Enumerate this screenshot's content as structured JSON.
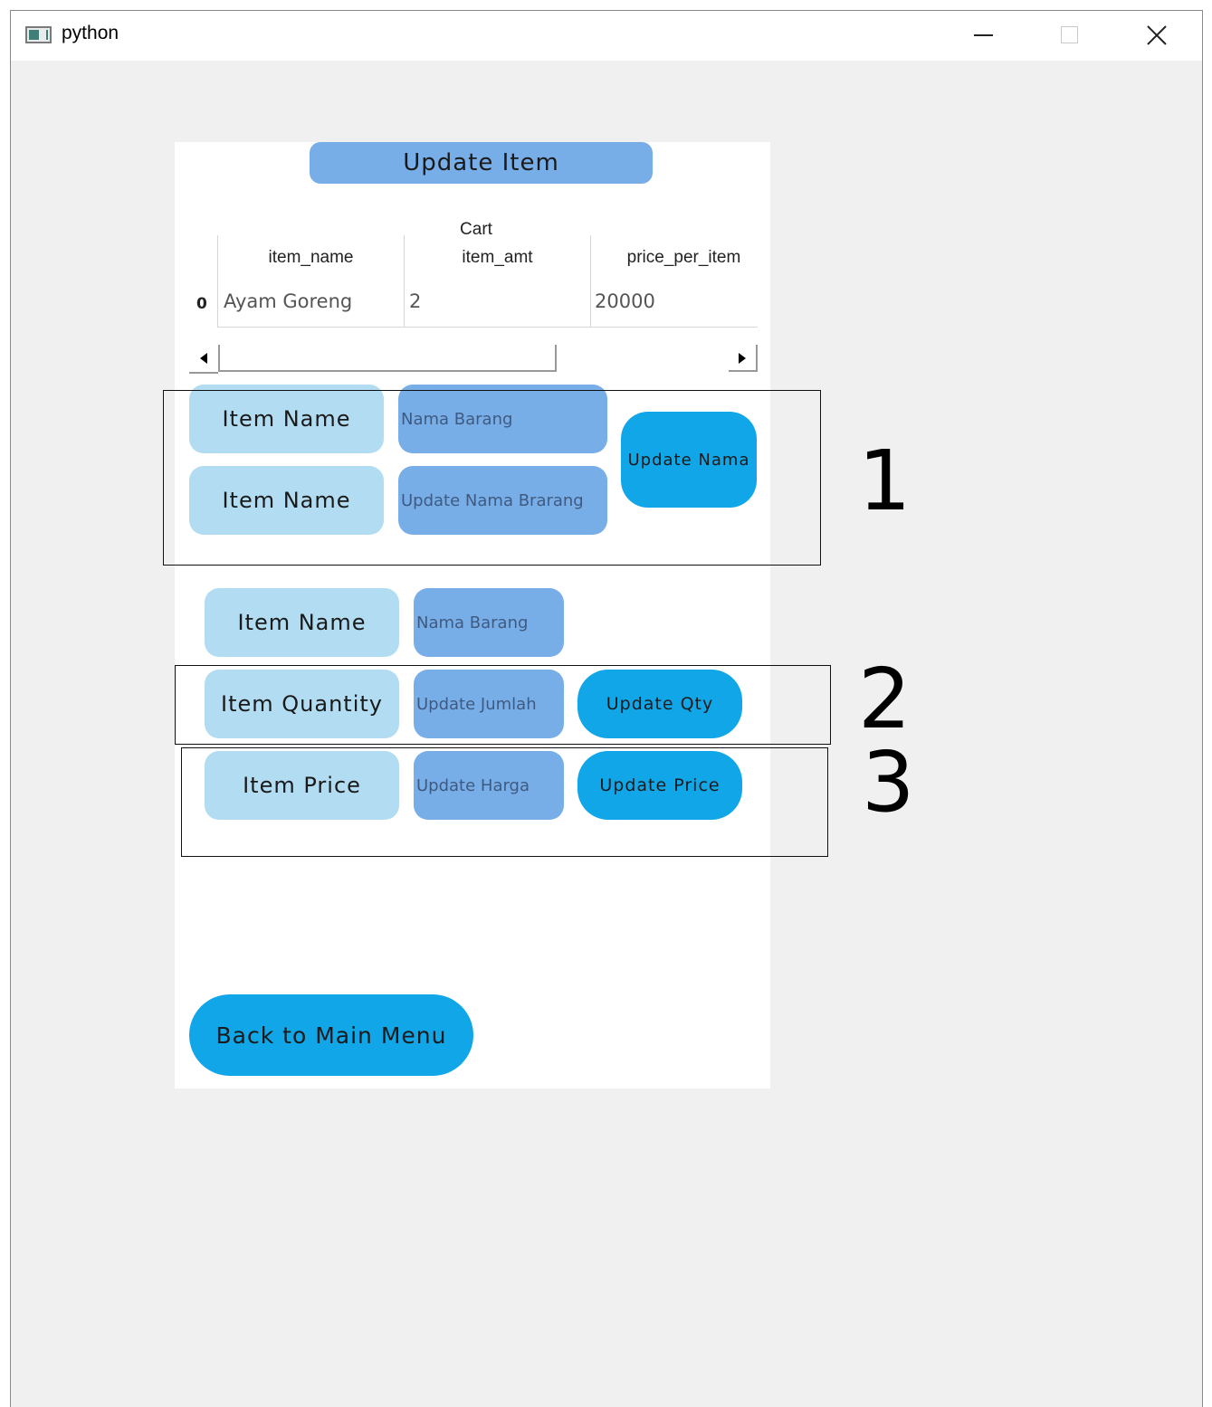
{
  "window": {
    "title": "python"
  },
  "page": {
    "header_button": "Update Item"
  },
  "cart": {
    "title": "Cart",
    "columns": [
      "item_name",
      "item_amt",
      "price_per_item"
    ],
    "rows": [
      {
        "index": "0",
        "cells": [
          "Ayam Goreng",
          "2",
          "20000"
        ]
      }
    ]
  },
  "section_name": {
    "label_1": "Item Name",
    "input_1_placeholder": "Nama Barang",
    "label_2": "Item Name",
    "input_2_placeholder": "Update Nama Brarang",
    "button": "Update Nama"
  },
  "section_qty": {
    "label_name": "Item Name",
    "input_name_placeholder": "Nama Barang",
    "label_qty": "Item Quantity",
    "input_qty_placeholder": "Update Jumlah",
    "button": "Update Qty"
  },
  "section_price": {
    "label": "Item Price",
    "input_placeholder": "Update Harga",
    "button": "Update Price"
  },
  "footer": {
    "back_button": "Back to Main Menu"
  },
  "annotations": [
    "1",
    "2",
    "3"
  ],
  "colors": {
    "header": "#78aee8",
    "label_bg": "#b1dcf2",
    "input_bg": "#78aee8",
    "action_bg": "#10a6e8",
    "window_bg": "#f0f0f0"
  }
}
